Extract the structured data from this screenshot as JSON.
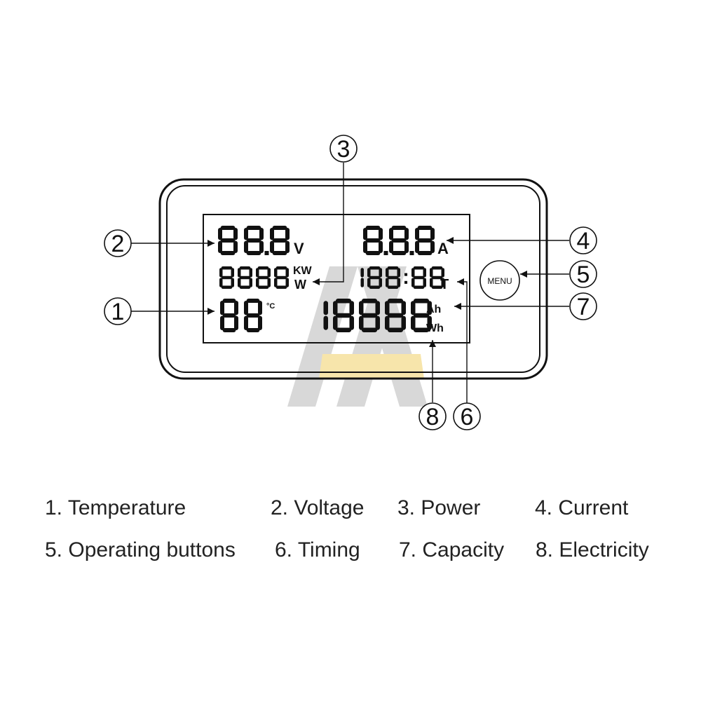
{
  "callouts": [
    "1",
    "2",
    "3",
    "4",
    "5",
    "6",
    "7",
    "8"
  ],
  "units": {
    "voltage": "V",
    "current": "A",
    "power_kw": "KW",
    "power_w": "W",
    "timing": "T",
    "temperature": "°C",
    "capacity": "Ah",
    "electricity": "Wh"
  },
  "display": {
    "voltage": "88.8",
    "current": "8.8.8",
    "power": "8888",
    "timing": "188:88",
    "temperature": "88",
    "energy": "18888"
  },
  "button": {
    "label": "MENU"
  },
  "legend": [
    "1. Temperature",
    "2. Voltage",
    "3. Power",
    "4. Current",
    "5. Operating buttons",
    "6. Timing",
    "7. Capacity",
    "8. Electricity"
  ],
  "colors": {
    "ink": "#111111",
    "watermark_gray": "#cfcfcf",
    "watermark_yellow": "#f6e2a0"
  }
}
